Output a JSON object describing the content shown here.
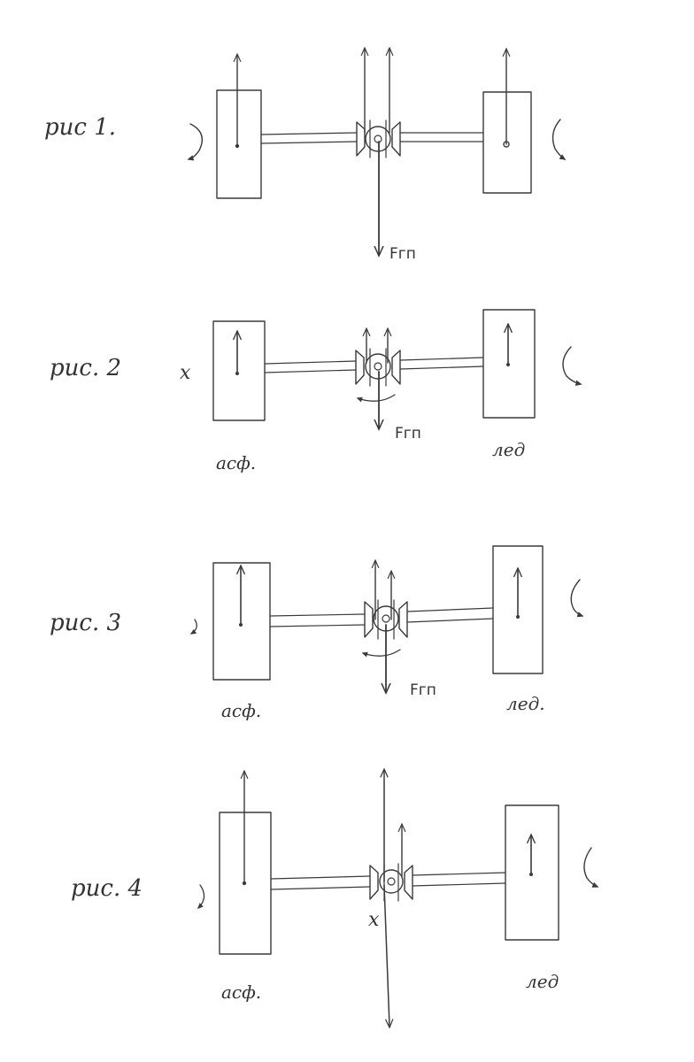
{
  "figures": [
    {
      "label": "рис 1.",
      "left_mark": "",
      "center_mark": "",
      "force_label": "Fгп",
      "left_surface": "",
      "right_surface": ""
    },
    {
      "label": "рис. 2",
      "left_mark": "x",
      "center_mark": "",
      "force_label": "Fгп",
      "left_surface": "асф.",
      "right_surface": "лед"
    },
    {
      "label": "рис. 3",
      "left_mark": "",
      "center_mark": "",
      "force_label": "Fгп",
      "left_surface": "асф.",
      "right_surface": "лед."
    },
    {
      "label": "рис. 4",
      "left_mark": "",
      "center_mark": "x",
      "force_label": "",
      "left_surface": "асф.",
      "right_surface": "лед"
    }
  ],
  "colors": {
    "pencil": "#3a3a3a",
    "paper": "#ffffff"
  }
}
